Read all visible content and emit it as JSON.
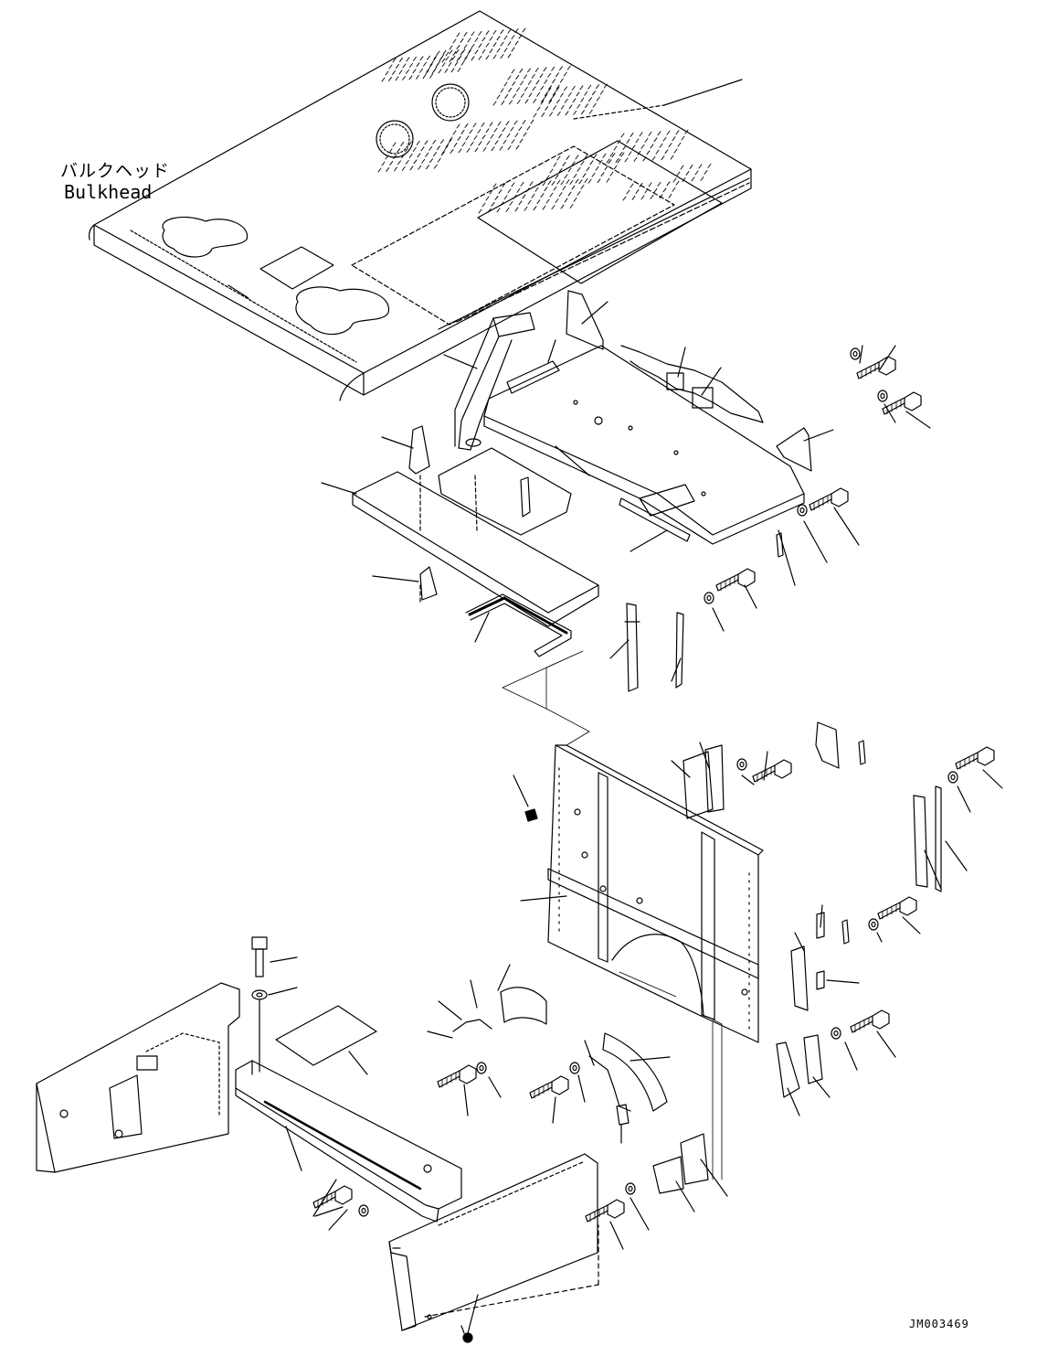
{
  "labels": {
    "bulkhead_jp": "バルクヘッド",
    "bulkhead_en": "Bulkhead",
    "drawing_code": "JM003469"
  },
  "colors": {
    "ink": "#000000",
    "paper": "#ffffff"
  }
}
